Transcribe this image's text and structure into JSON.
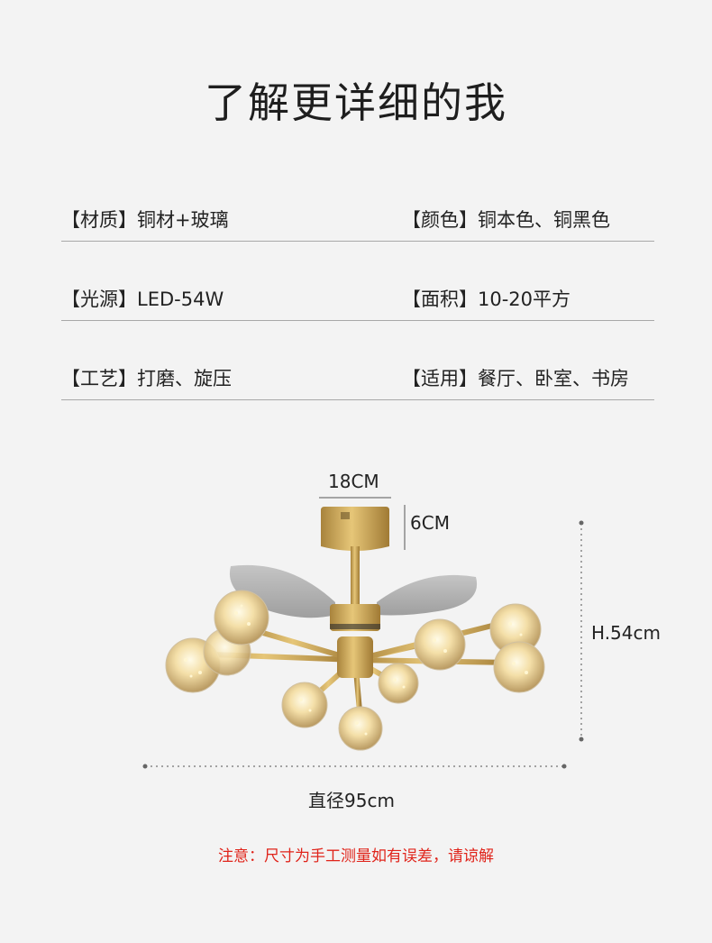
{
  "title": "了解更详细的我",
  "specs": [
    {
      "left": "【材质】铜材+玻璃",
      "right": "【颜色】铜本色、铜黑色"
    },
    {
      "left": "【光源】LED-54W",
      "right": "【面积】10-20平方"
    },
    {
      "left": "【工艺】打磨、旋压",
      "right": "【适用】餐厅、卧室、书房"
    }
  ],
  "dimensions": {
    "canopy_width": "18CM",
    "canopy_height": "6CM",
    "total_height": "H.54cm",
    "diameter": "直径95cm"
  },
  "notice": "注意：尺寸为手工测量如有误差，请谅解",
  "colors": {
    "background": "#f3f3f3",
    "divider": "#a8a8a8",
    "brass": "#c9a453",
    "notice": "#e0241b"
  }
}
